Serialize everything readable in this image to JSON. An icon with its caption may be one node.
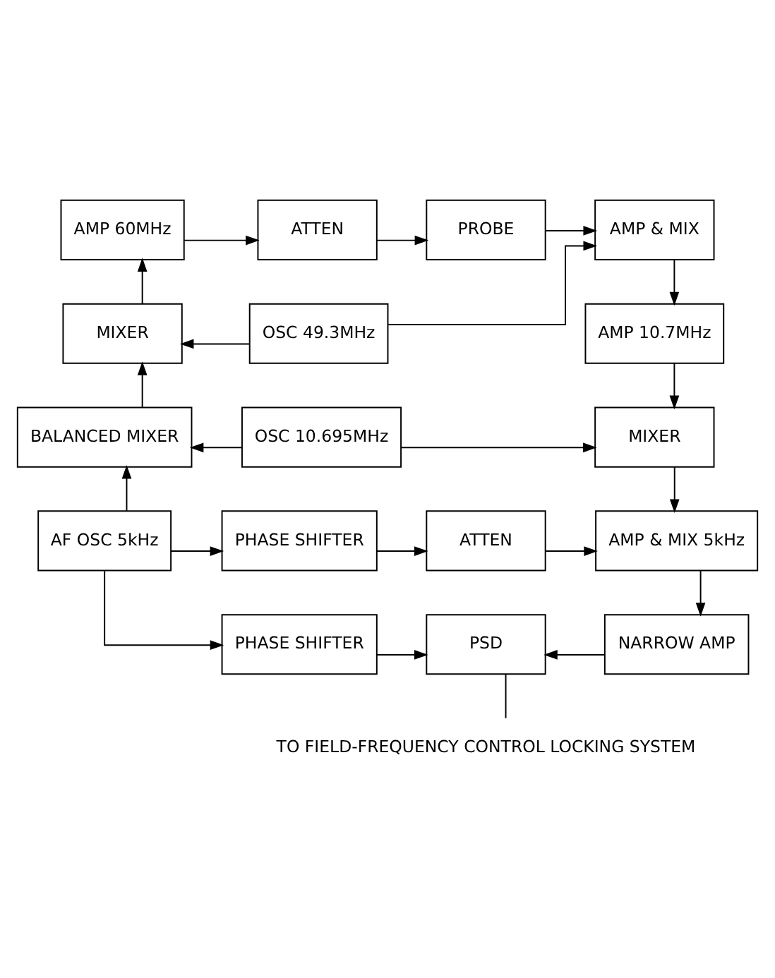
{
  "diagram": {
    "nodes": [
      {
        "text": [
          "AMP 60MHz"
        ]
      },
      {
        "text": [
          "ATTEN"
        ]
      },
      {
        "text": [
          "PROBE"
        ]
      },
      {
        "text": [
          "AMP & MIX"
        ]
      },
      {
        "text": [
          "MIXER"
        ]
      },
      {
        "text": [
          "OSC 49.3MHz"
        ]
      },
      {
        "text": [
          "AMP 10.7MHz"
        ]
      },
      {
        "text": [
          "BALANCED MIXER"
        ]
      },
      {
        "text": [
          "OSC 10.695MHz"
        ]
      },
      {
        "text": [
          "MIXER"
        ]
      },
      {
        "text": [
          "AF OSC 5kHz"
        ]
      },
      {
        "text": [
          "PHASE SHIFTER"
        ]
      },
      {
        "text": [
          "ATTEN"
        ]
      },
      {
        "text": [
          "AMP & MIX 5kHz"
        ]
      },
      {
        "text": [
          "PHASE SHIFTER"
        ]
      },
      {
        "text": [
          "PSD"
        ]
      },
      {
        "text": [
          "NARROW AMP"
        ]
      },
      {
        "text": [
          "TO FIELD-FREQUENCY CONTROL LOCKING SYSTEM"
        ]
      }
    ],
    "edges": [
      {
        "from": 0,
        "to": 1,
        "arrow": "to"
      },
      {
        "from": 1,
        "to": 2,
        "arrow": "to"
      },
      {
        "from": 2,
        "to": 3,
        "arrow": "to"
      },
      {
        "from": 5,
        "to": 3,
        "arrow": "to"
      },
      {
        "from": 3,
        "to": 6,
        "arrow": "to"
      },
      {
        "from": 5,
        "to": 4,
        "arrow": "to"
      },
      {
        "from": 4,
        "to": 0,
        "arrow": "to"
      },
      {
        "from": 6,
        "to": 9,
        "arrow": "to"
      },
      {
        "from": 8,
        "to": 7,
        "arrow": "to"
      },
      {
        "from": 8,
        "to": 9,
        "arrow": "to"
      },
      {
        "from": 7,
        "to": 4,
        "arrow": "to"
      },
      {
        "from": 10,
        "to": 7,
        "arrow": "to"
      },
      {
        "from": 10,
        "to": 11,
        "arrow": "to"
      },
      {
        "from": 11,
        "to": 12,
        "arrow": "to"
      },
      {
        "from": 12,
        "to": 13,
        "arrow": "to"
      },
      {
        "from": 9,
        "to": 13,
        "arrow": "to"
      },
      {
        "from": 13,
        "to": 16,
        "arrow": "to"
      },
      {
        "from": 10,
        "to": 14,
        "arrow": "to"
      },
      {
        "from": 14,
        "to": 15,
        "arrow": "to"
      },
      {
        "from": 16,
        "to": 15,
        "arrow": "to"
      },
      {
        "from": 15,
        "to": 17,
        "arrow": "none"
      }
    ]
  }
}
